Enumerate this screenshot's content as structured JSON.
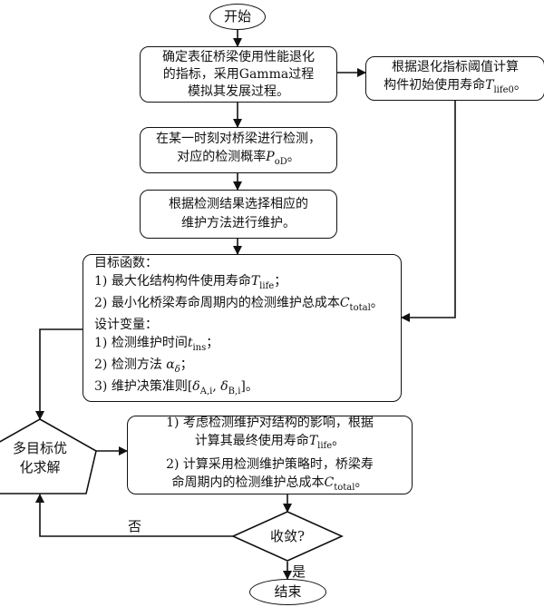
{
  "start": "开始",
  "end": "结束",
  "step1": [
    "确定表征桥梁使用性能退化",
    "的指标，采用Gamma过程",
    "模拟其发展过程。"
  ],
  "side_box": {
    "line1": "根据退化指标阈值计算",
    "line2_prefix": "构件初始使用寿命",
    "sym": "T",
    "sub": "life0",
    "suffix": "。"
  },
  "step2": {
    "line1": "在某一时刻对桥梁进行检测，",
    "line2_prefix": "对应的检测概率",
    "sym": "P",
    "sub": "oD",
    "suffix": "。"
  },
  "step3": [
    "根据检测结果选择相应的",
    "维护方法进行维护。"
  ],
  "objectives": {
    "heading": "目标函数：",
    "item1_prefix": "1) 最大化结构构件使用寿命",
    "item1_sym": "T",
    "item1_sub": "life",
    "item1_suffix": "；",
    "item2_prefix": "2) 最小化桥梁寿命周期内的检测维护总成本",
    "item2_sym": "C",
    "item2_sub": "total",
    "item2_suffix": "。",
    "vars_heading": "设计变量：",
    "var1_prefix": "1) 检测维护时间",
    "var1_sym": "t",
    "var1_sub": "ins",
    "var1_suffix": "；",
    "var2_prefix": "2) 检测方法 ",
    "var2_sym": "α",
    "var2_sub": "δ",
    "var2_suffix": "；",
    "var3_prefix": "3) 维护决策准则[",
    "var3_sym1": "δ",
    "var3_sub1": "A,i",
    "var3_mid": ", ",
    "var3_sym2": "δ",
    "var3_sub2": "B,i",
    "var3_suffix": "]。"
  },
  "pentagon": [
    "多目标优",
    "化求解"
  ],
  "consider": {
    "line1": "1) 考虑检测维护对结构的影响，根据",
    "line2_prefix": "计算其最终使用寿命",
    "line2_sym": "T",
    "line2_sub": "life",
    "line2_suffix": "。",
    "line3": "2) 计算采用检测维护策略时，桥梁寿",
    "line4_prefix": "命周期内的检测维护总成本",
    "line4_sym": "C",
    "line4_sub": "total",
    "line4_suffix": "。"
  },
  "converge": "收敛?",
  "no_label": "否",
  "yes_label": "是"
}
